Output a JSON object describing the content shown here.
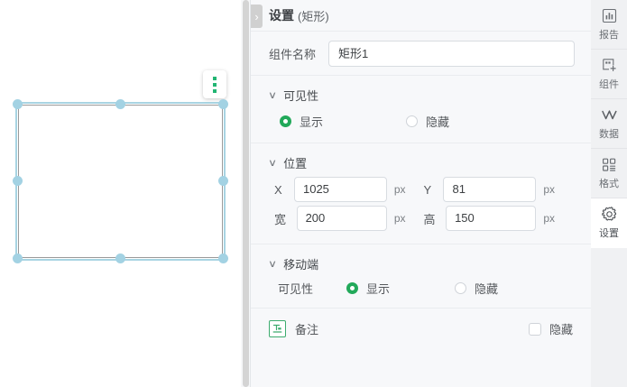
{
  "canvas": {
    "selection": {
      "name": "rectangle-selection",
      "handle_color": "#a3d2e3",
      "kebab_dot_color": "#22b573"
    }
  },
  "panel": {
    "collapse_chevron": "›",
    "title": "设置",
    "subtitle": "(矩形)",
    "name_row": {
      "label": "组件名称",
      "value": "矩形1",
      "placeholder": "组件名称"
    },
    "sections": [
      {
        "chevron": "∨",
        "title": "可见性",
        "options": [
          {
            "label": "显示",
            "selected": true
          },
          {
            "label": "隐藏",
            "selected": false
          }
        ]
      },
      {
        "chevron": "∨",
        "title": "位置",
        "fields": [
          {
            "label": "X",
            "value": "1025",
            "unit": "px"
          },
          {
            "label": "Y",
            "value": "81",
            "unit": "px"
          },
          {
            "label": "宽",
            "value": "200",
            "unit": "px"
          },
          {
            "label": "高",
            "value": "150",
            "unit": "px"
          }
        ]
      },
      {
        "chevron": "∨",
        "title": "移动端",
        "row_label": "可见性",
        "options": [
          {
            "label": "显示",
            "selected": true
          },
          {
            "label": "隐藏",
            "selected": false
          }
        ]
      }
    ],
    "note_row": {
      "icon": "text-note-icon",
      "label": "备注",
      "checkbox_label": "隐藏",
      "checked": false
    }
  },
  "rail": {
    "items": [
      {
        "icon": "bar-chart-icon",
        "label": "报告",
        "active": false
      },
      {
        "icon": "add-component-icon",
        "label": "组件",
        "active": false
      },
      {
        "icon": "zigzag-line-icon",
        "label": "数据",
        "active": false
      },
      {
        "icon": "grid-layout-icon",
        "label": "格式",
        "active": false
      },
      {
        "icon": "gear-icon",
        "label": "设置",
        "active": true
      }
    ]
  },
  "colors": {
    "accent_green": "#22a95a",
    "handle_blue": "#a3d2e3",
    "panel_bg": "#f7f8fa",
    "rail_bg": "#f0f1f3"
  }
}
